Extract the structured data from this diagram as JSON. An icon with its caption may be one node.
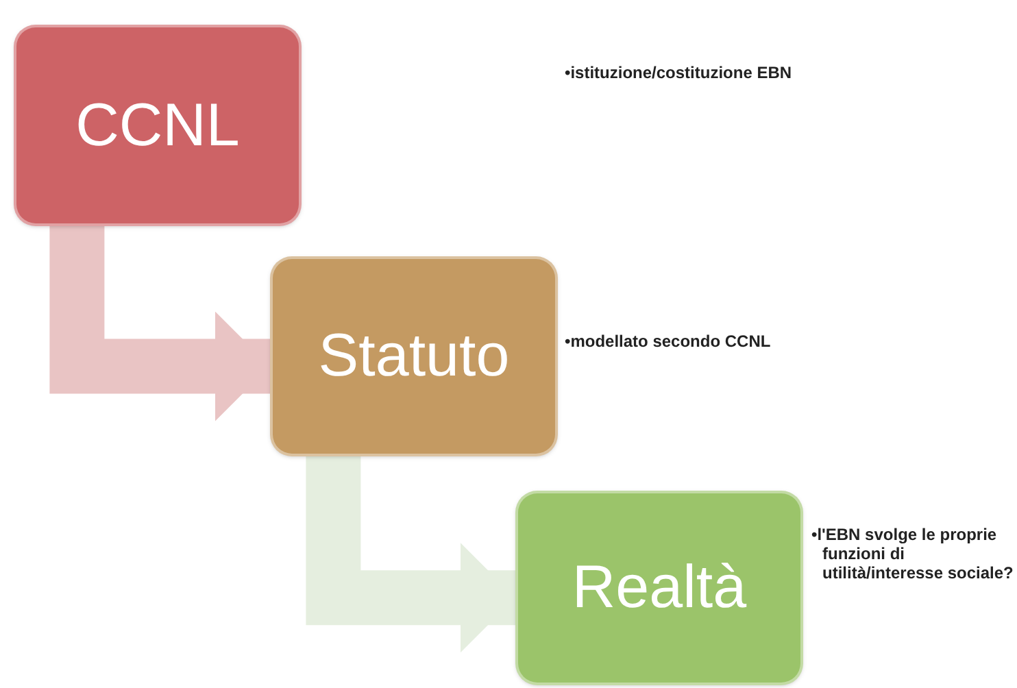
{
  "diagram": {
    "nodes": [
      {
        "text": [
          "CCNL"
        ]
      },
      {
        "text": [
          "Statuto"
        ],
        "beside": [
          "•modellato secondo CCNL"
        ]
      },
      {
        "text": [
          "Realtà"
        ],
        "beside": [
          "•l'EBN svolge le proprie funzioni  di utilità/interesse sociale?"
        ]
      }
    ],
    "edges": [
      {
        "from": 0,
        "to": 1,
        "arrow": "to",
        "color": "#e9c4c4"
      },
      {
        "from": 1,
        "to": 2,
        "arrow": "to",
        "color": "#e5eedf"
      }
    ],
    "labels": [
      "•istituzione/costituzione EBN"
    ]
  }
}
